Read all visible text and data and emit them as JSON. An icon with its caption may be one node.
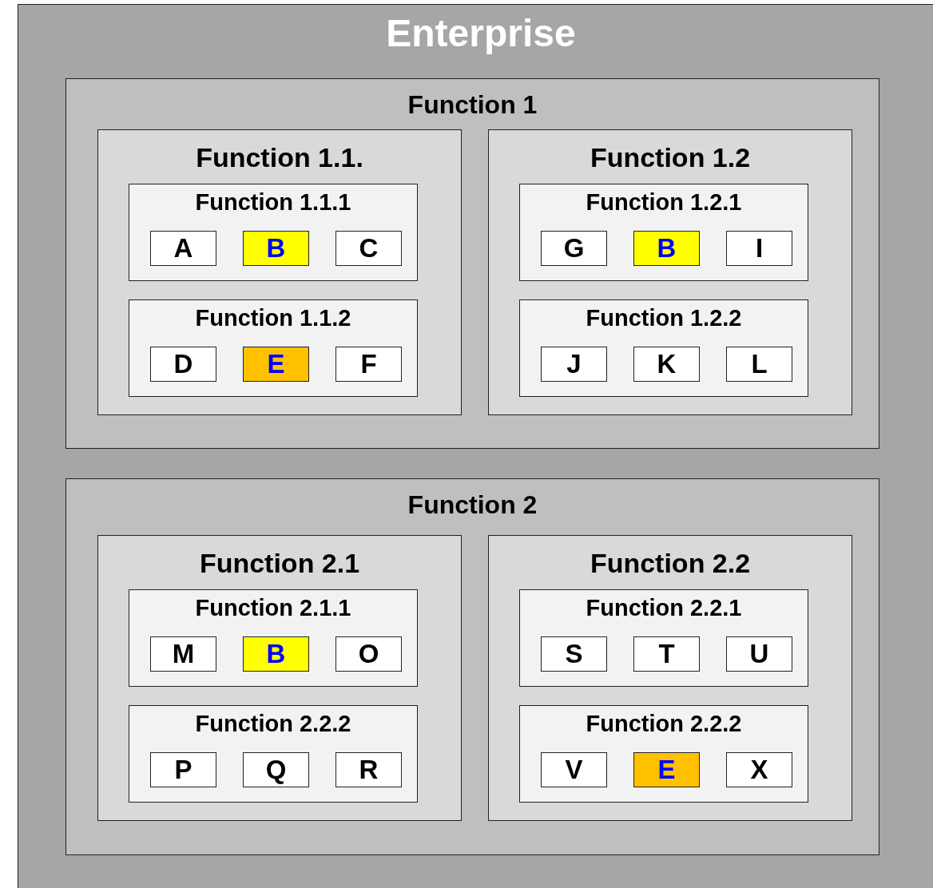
{
  "diagram": {
    "nodes": [
      {
        "text": [
          "Enterprise"
        ]
      },
      {
        "text": [
          "Function 1"
        ],
        "in": 0
      },
      {
        "text": [
          "Function 1.1."
        ],
        "in": 1
      },
      {
        "text": [
          "Function 1.1.1"
        ],
        "in": 2
      },
      {
        "text": [
          "A"
        ],
        "in": 3
      },
      {
        "text": [
          "B"
        ],
        "in": 3
      },
      {
        "text": [
          "C"
        ],
        "in": 3
      },
      {
        "text": [
          "Function 1.1.2"
        ],
        "in": 2
      },
      {
        "text": [
          "D"
        ],
        "in": 7
      },
      {
        "text": [
          "E"
        ],
        "in": 7
      },
      {
        "text": [
          "F"
        ],
        "in": 7
      },
      {
        "text": [
          "Function 1.2"
        ],
        "in": 1
      },
      {
        "text": [
          "Function 1.2.1"
        ],
        "in": 11
      },
      {
        "text": [
          "G"
        ],
        "in": 12
      },
      {
        "text": [
          "B"
        ],
        "in": 12
      },
      {
        "text": [
          "I"
        ],
        "in": 12
      },
      {
        "text": [
          "Function 1.2.2"
        ],
        "in": 11
      },
      {
        "text": [
          "J"
        ],
        "in": 16
      },
      {
        "text": [
          "K"
        ],
        "in": 16
      },
      {
        "text": [
          "L"
        ],
        "in": 16
      },
      {
        "text": [
          "Function 2"
        ],
        "in": 0
      },
      {
        "text": [
          "Function 2.1"
        ],
        "in": 20
      },
      {
        "text": [
          "Function 2.1.1"
        ],
        "in": 21
      },
      {
        "text": [
          "M"
        ],
        "in": 22
      },
      {
        "text": [
          "B"
        ],
        "in": 22
      },
      {
        "text": [
          "O"
        ],
        "in": 22
      },
      {
        "text": [
          "Function 2.2.2"
        ],
        "in": 21
      },
      {
        "text": [
          "P"
        ],
        "in": 26
      },
      {
        "text": [
          "Q"
        ],
        "in": 26
      },
      {
        "text": [
          "R"
        ],
        "in": 26
      },
      {
        "text": [
          "Function 2.2"
        ],
        "in": 20
      },
      {
        "text": [
          "Function 2.2.1"
        ],
        "in": 30
      },
      {
        "text": [
          "S"
        ],
        "in": 31
      },
      {
        "text": [
          "T"
        ],
        "in": 31
      },
      {
        "text": [
          "U"
        ],
        "in": 31
      },
      {
        "text": [
          "Function 2.2.2"
        ],
        "in": 30
      },
      {
        "text": [
          "V"
        ],
        "in": 35
      },
      {
        "text": [
          "E"
        ],
        "in": 35
      },
      {
        "text": [
          "X"
        ],
        "in": 35
      }
    ]
  }
}
